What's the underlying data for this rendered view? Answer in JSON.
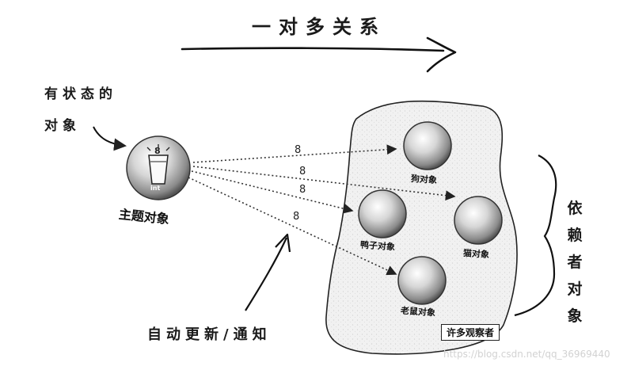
{
  "diagram": {
    "title": "一对多关系",
    "stateful_line1": "有状态的",
    "stateful_line2": "对象",
    "auto_update": "自动更新/通知",
    "dependent": "依赖者对象",
    "subject": {
      "label": "主题对象",
      "value": "8",
      "type_label": "int"
    },
    "observers": [
      {
        "label": "狗对象"
      },
      {
        "label": "鸭子对象"
      },
      {
        "label": "猫对象"
      },
      {
        "label": "老鼠对象"
      }
    ],
    "arrow_labels": [
      "8",
      "8",
      "8",
      "8"
    ],
    "observers_box": "许多观察者",
    "watermark": "https://blog.csdn.net/qq_36969440"
  }
}
